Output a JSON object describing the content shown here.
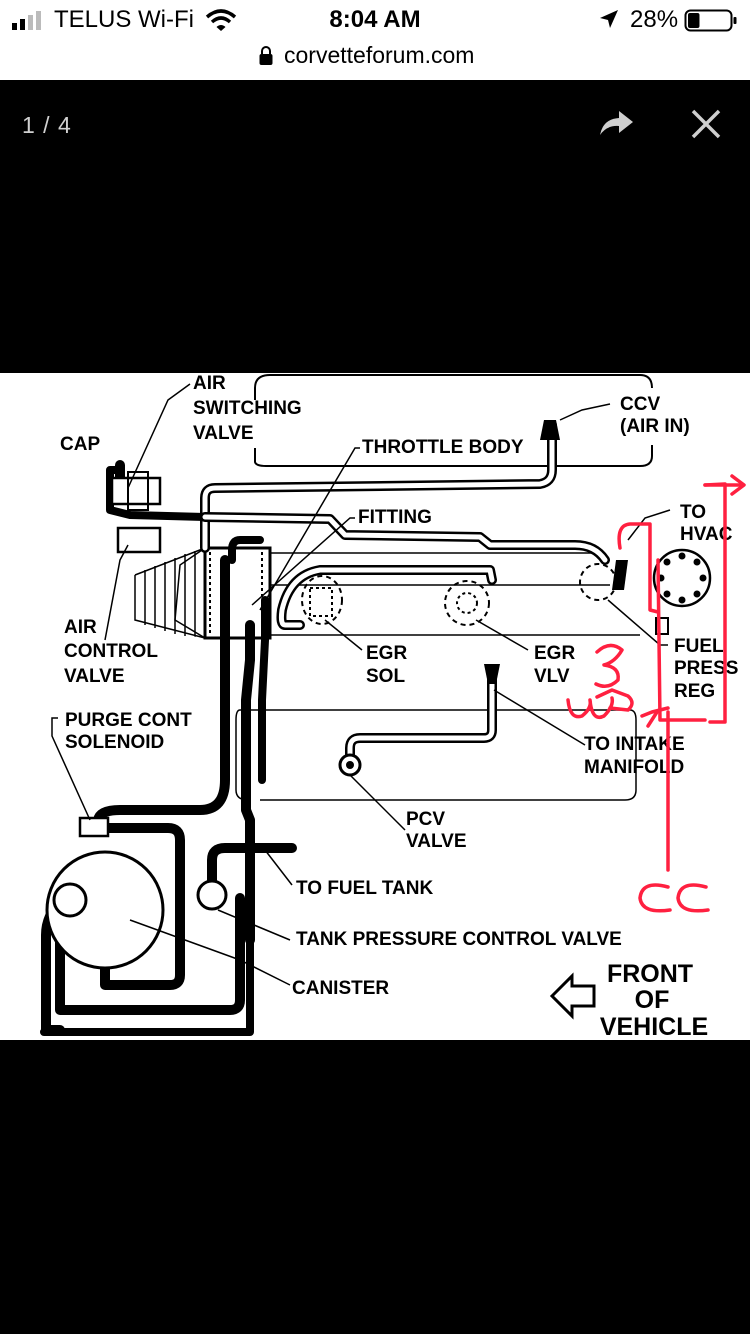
{
  "status_bar": {
    "carrier": "TELUS Wi-Fi",
    "time": "8:04 AM",
    "battery_percent": "28%",
    "battery_level": 0.28
  },
  "browser": {
    "url": "corvetteforum.com"
  },
  "viewer": {
    "counter": "1 / 4"
  },
  "diagram": {
    "labels": {
      "cap": "CAP",
      "air_switching_valve": [
        "AIR",
        "SWITCHING",
        "VALVE"
      ],
      "throttle_body": "THROTTLE BODY",
      "ccv": [
        "CCV",
        "(AIR IN)"
      ],
      "fitting": "FITTING",
      "to_hvac": [
        "TO",
        "HVAC"
      ],
      "air_control_valve": [
        "AIR",
        "CONTROL",
        "VALVE"
      ],
      "egr_sol": [
        "EGR",
        "SOL"
      ],
      "egr_vlv": [
        "EGR",
        "VLV"
      ],
      "fuel_press_reg": [
        "FUEL",
        "PRESS",
        "REG"
      ],
      "purge_cont_solenoid": [
        "PURGE CONT",
        "SOLENOID"
      ],
      "to_intake_manifold": [
        "TO INTAKE",
        "MANIFOLD"
      ],
      "pcv_valve": [
        "PCV",
        "VALVE"
      ],
      "to_fuel_tank": "TO FUEL TANK",
      "tank_pressure_control_valve": "TANK PRESSURE CONTROL VALVE",
      "canister": "CANISTER",
      "front_of_vehicle": [
        "FRONT",
        "OF",
        "VEHICLE"
      ]
    },
    "annotation_color": "#ff2040"
  }
}
